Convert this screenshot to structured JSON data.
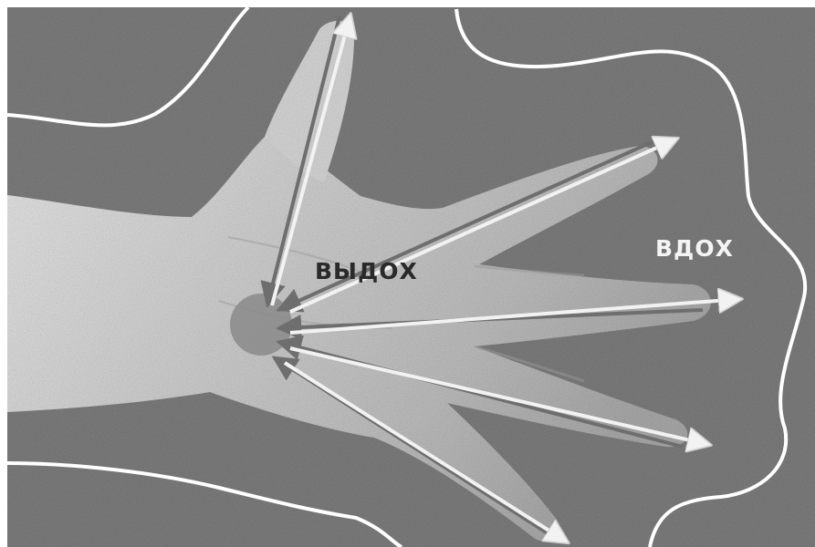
{
  "labels": {
    "exhale": "ВЫДОХ",
    "inhale": "ВДОХ"
  },
  "colors": {
    "background_fabric": "#7a7a7a",
    "skin": "#c9c9c9",
    "aura_outline": "#ffffff",
    "exhale_arrow": "#6e6e6e",
    "inhale_arrow": "#f2f2f2",
    "palm_center": "#8a8a8a"
  },
  "illustration": {
    "subject": "open-palm-hand",
    "arrow_pairs": 5,
    "icons": [
      "palm-center-dot",
      "exhale-arrow",
      "inhale-arrow",
      "aura-outline"
    ]
  }
}
